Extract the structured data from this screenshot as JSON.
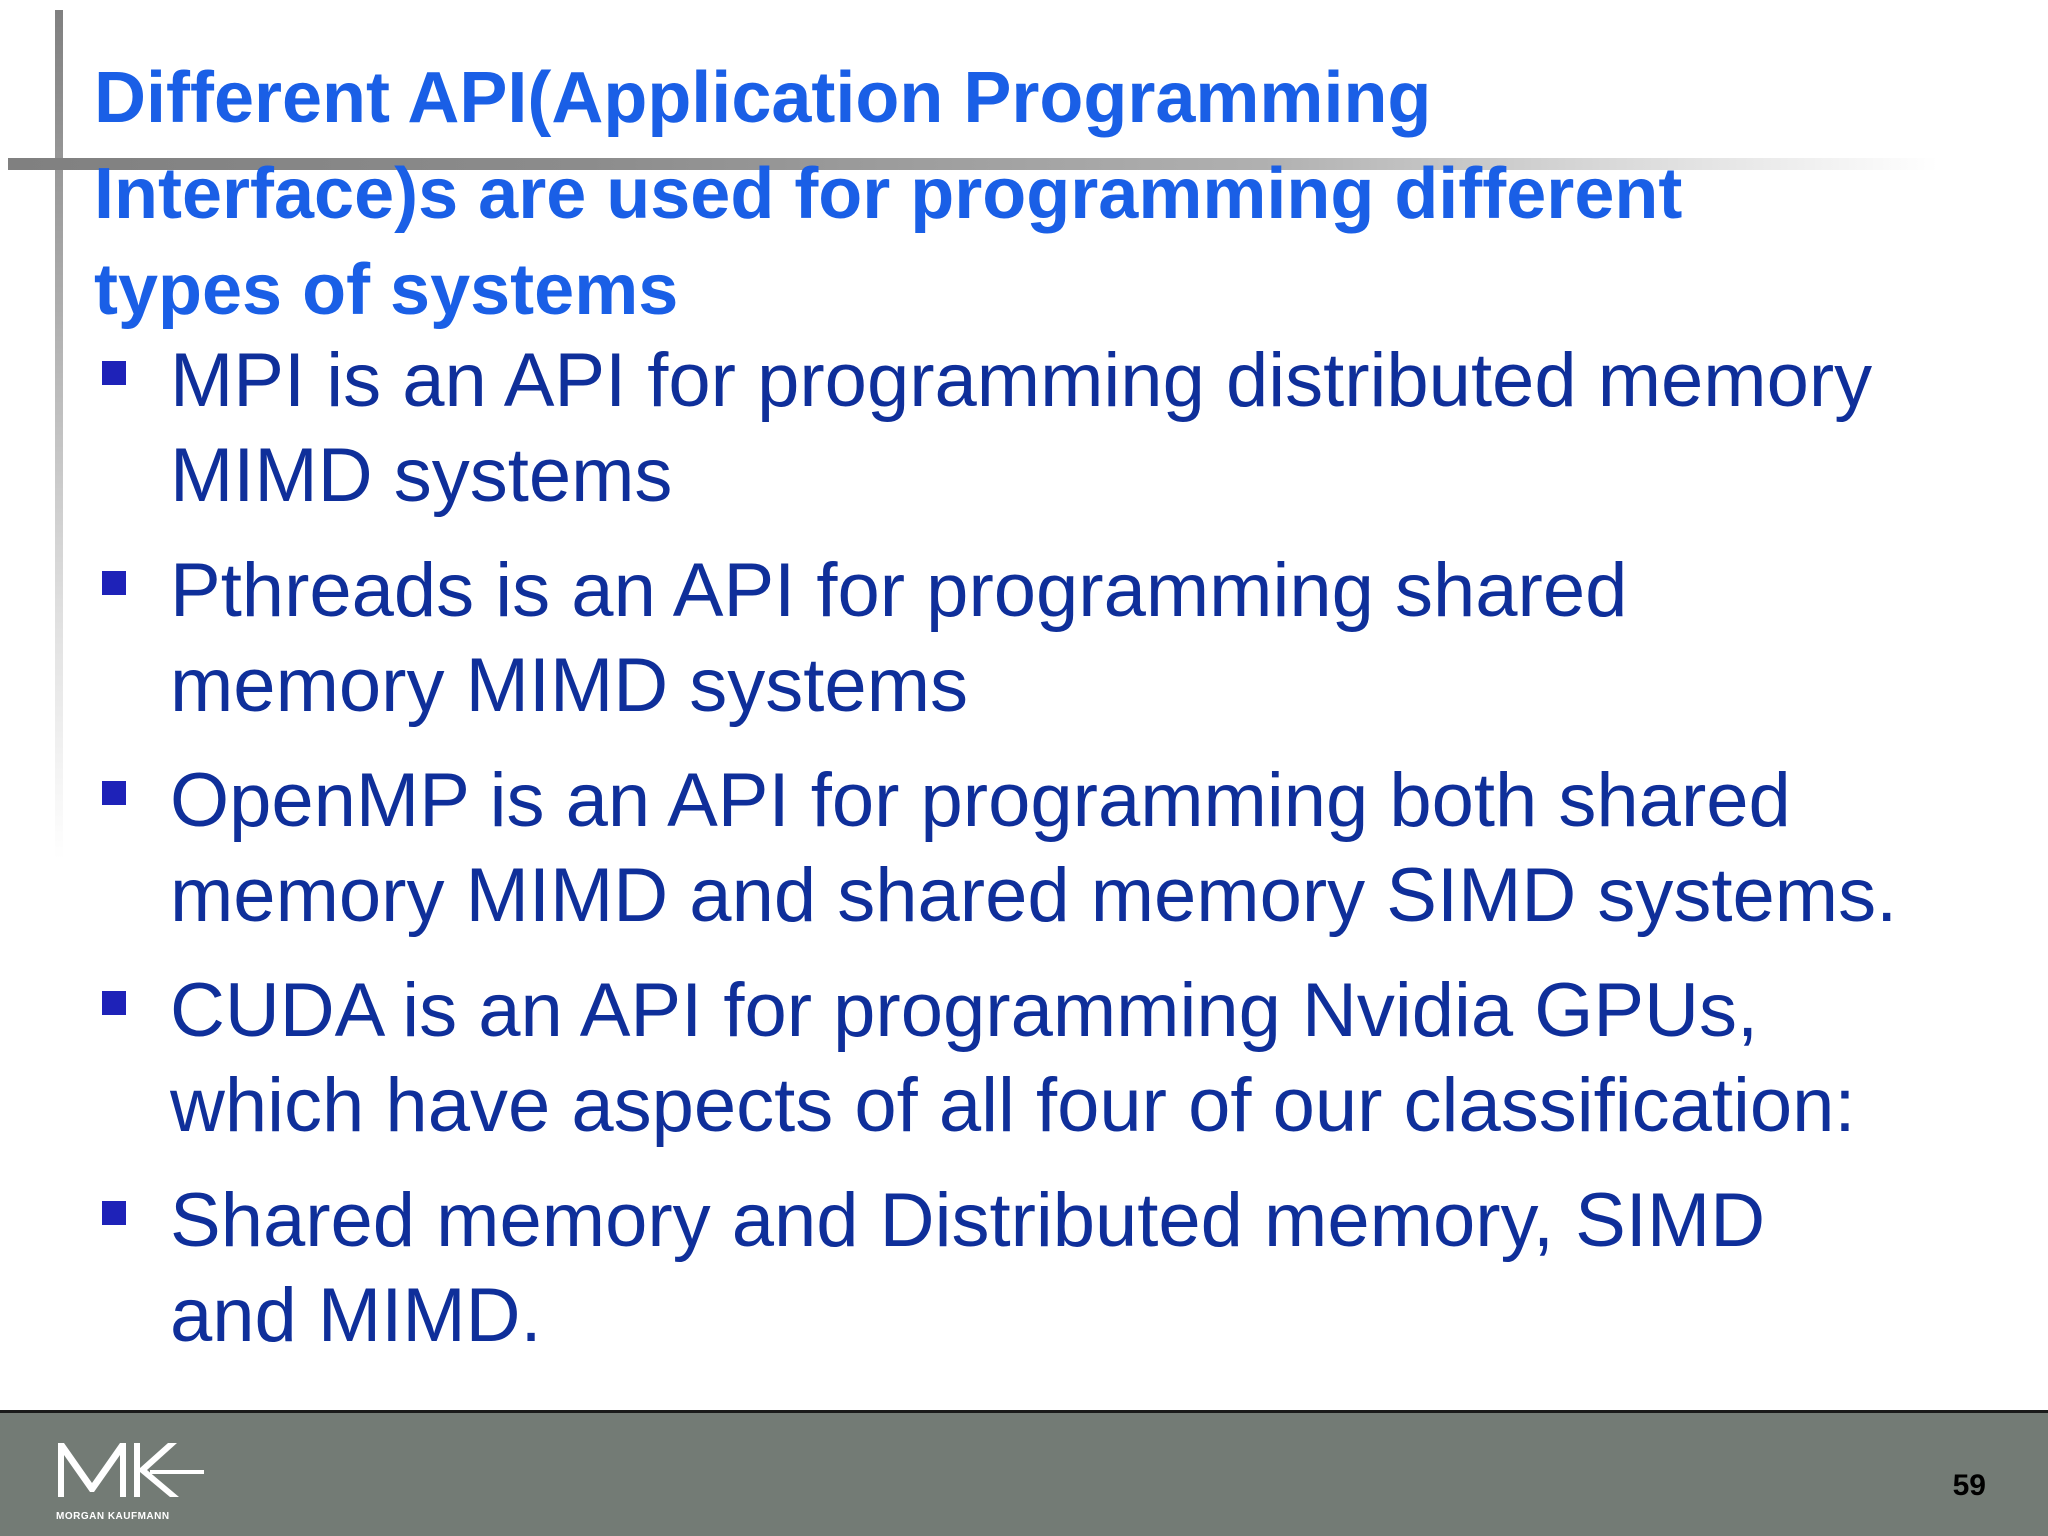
{
  "slide": {
    "title_lines": [
      "Different API(Application  Programming",
      "Interface)s are used for programming different",
      "types of systems"
    ],
    "bullets": [
      {
        "lines": [
          "MPI is an API for programming distributed memory",
          "MIMD systems"
        ]
      },
      {
        "lines": [
          "Pthreads is an API for programming shared",
          "memory MIMD systems"
        ]
      },
      {
        "lines": [
          "OpenMP is an API for programming both shared",
          "memory MIMD and shared memory SIMD systems."
        ]
      },
      {
        "lines": [
          "CUDA is an API for programming Nvidia GPUs,",
          "which have aspects of all four of our classification:"
        ]
      },
      {
        "lines": [
          "Shared memory and Distributed memory, SIMD",
          "and MIMD."
        ]
      }
    ]
  },
  "footer": {
    "logo_text": "MK",
    "logo_subtext": "MORGAN KAUFMANN",
    "page_number": "59"
  },
  "colors": {
    "title": "#1a5fe6",
    "body_text": "#0f2f9a",
    "bullet_marker": "#1e22b8",
    "footer_background": "#737b75"
  }
}
